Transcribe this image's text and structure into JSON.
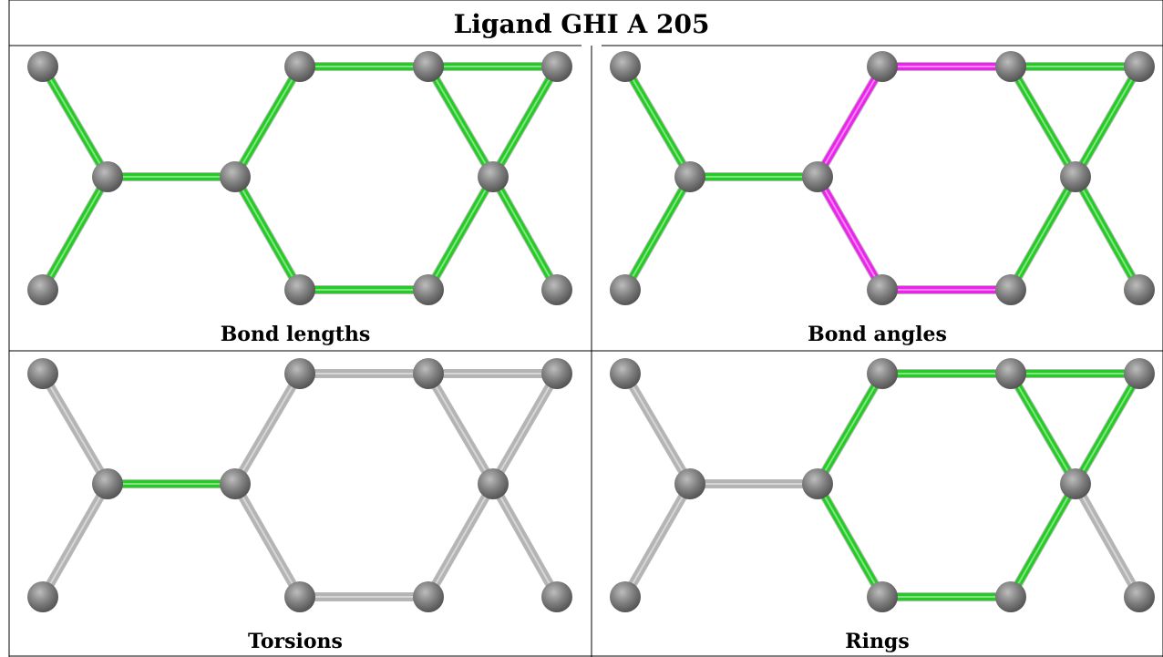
{
  "title": "Ligand GHI A 205",
  "colors": {
    "grid": "#000000",
    "atom": "#808080",
    "green": "#22cc22",
    "magenta": "#ee22ee",
    "gray": "#b4b4b4"
  },
  "atoms": [
    "a1",
    "a2",
    "a3",
    "a4",
    "a5",
    "a6",
    "a7",
    "a8",
    "a9",
    "a10",
    "a11"
  ],
  "bonds": [
    [
      "a1",
      "a2"
    ],
    [
      "a3",
      "a2"
    ],
    [
      "a2",
      "a4"
    ],
    [
      "a4",
      "a5"
    ],
    [
      "a4",
      "a6"
    ],
    [
      "a5",
      "a7"
    ],
    [
      "a7",
      "a8"
    ],
    [
      "a8",
      "a9"
    ],
    [
      "a6",
      "a10"
    ],
    [
      "a10",
      "a9"
    ],
    [
      "a7",
      "a9"
    ],
    [
      "a9",
      "a11"
    ]
  ],
  "panels": [
    {
      "caption": "Bond lengths",
      "bond_colors": [
        "green",
        "green",
        "green",
        "green",
        "green",
        "green",
        "green",
        "green",
        "green",
        "green",
        "green",
        "green"
      ]
    },
    {
      "caption": "Bond angles",
      "bond_colors": [
        "green",
        "green",
        "green",
        "magenta",
        "magenta",
        "magenta",
        "green",
        "green",
        "magenta",
        "green",
        "green",
        "green"
      ]
    },
    {
      "caption": "Torsions",
      "bond_colors": [
        "gray",
        "gray",
        "green",
        "gray",
        "gray",
        "gray",
        "gray",
        "gray",
        "gray",
        "gray",
        "gray",
        "gray"
      ]
    },
    {
      "caption": "Rings",
      "bond_colors": [
        "gray",
        "gray",
        "gray",
        "green",
        "green",
        "green",
        "green",
        "green",
        "green",
        "green",
        "green",
        "gray"
      ]
    }
  ]
}
